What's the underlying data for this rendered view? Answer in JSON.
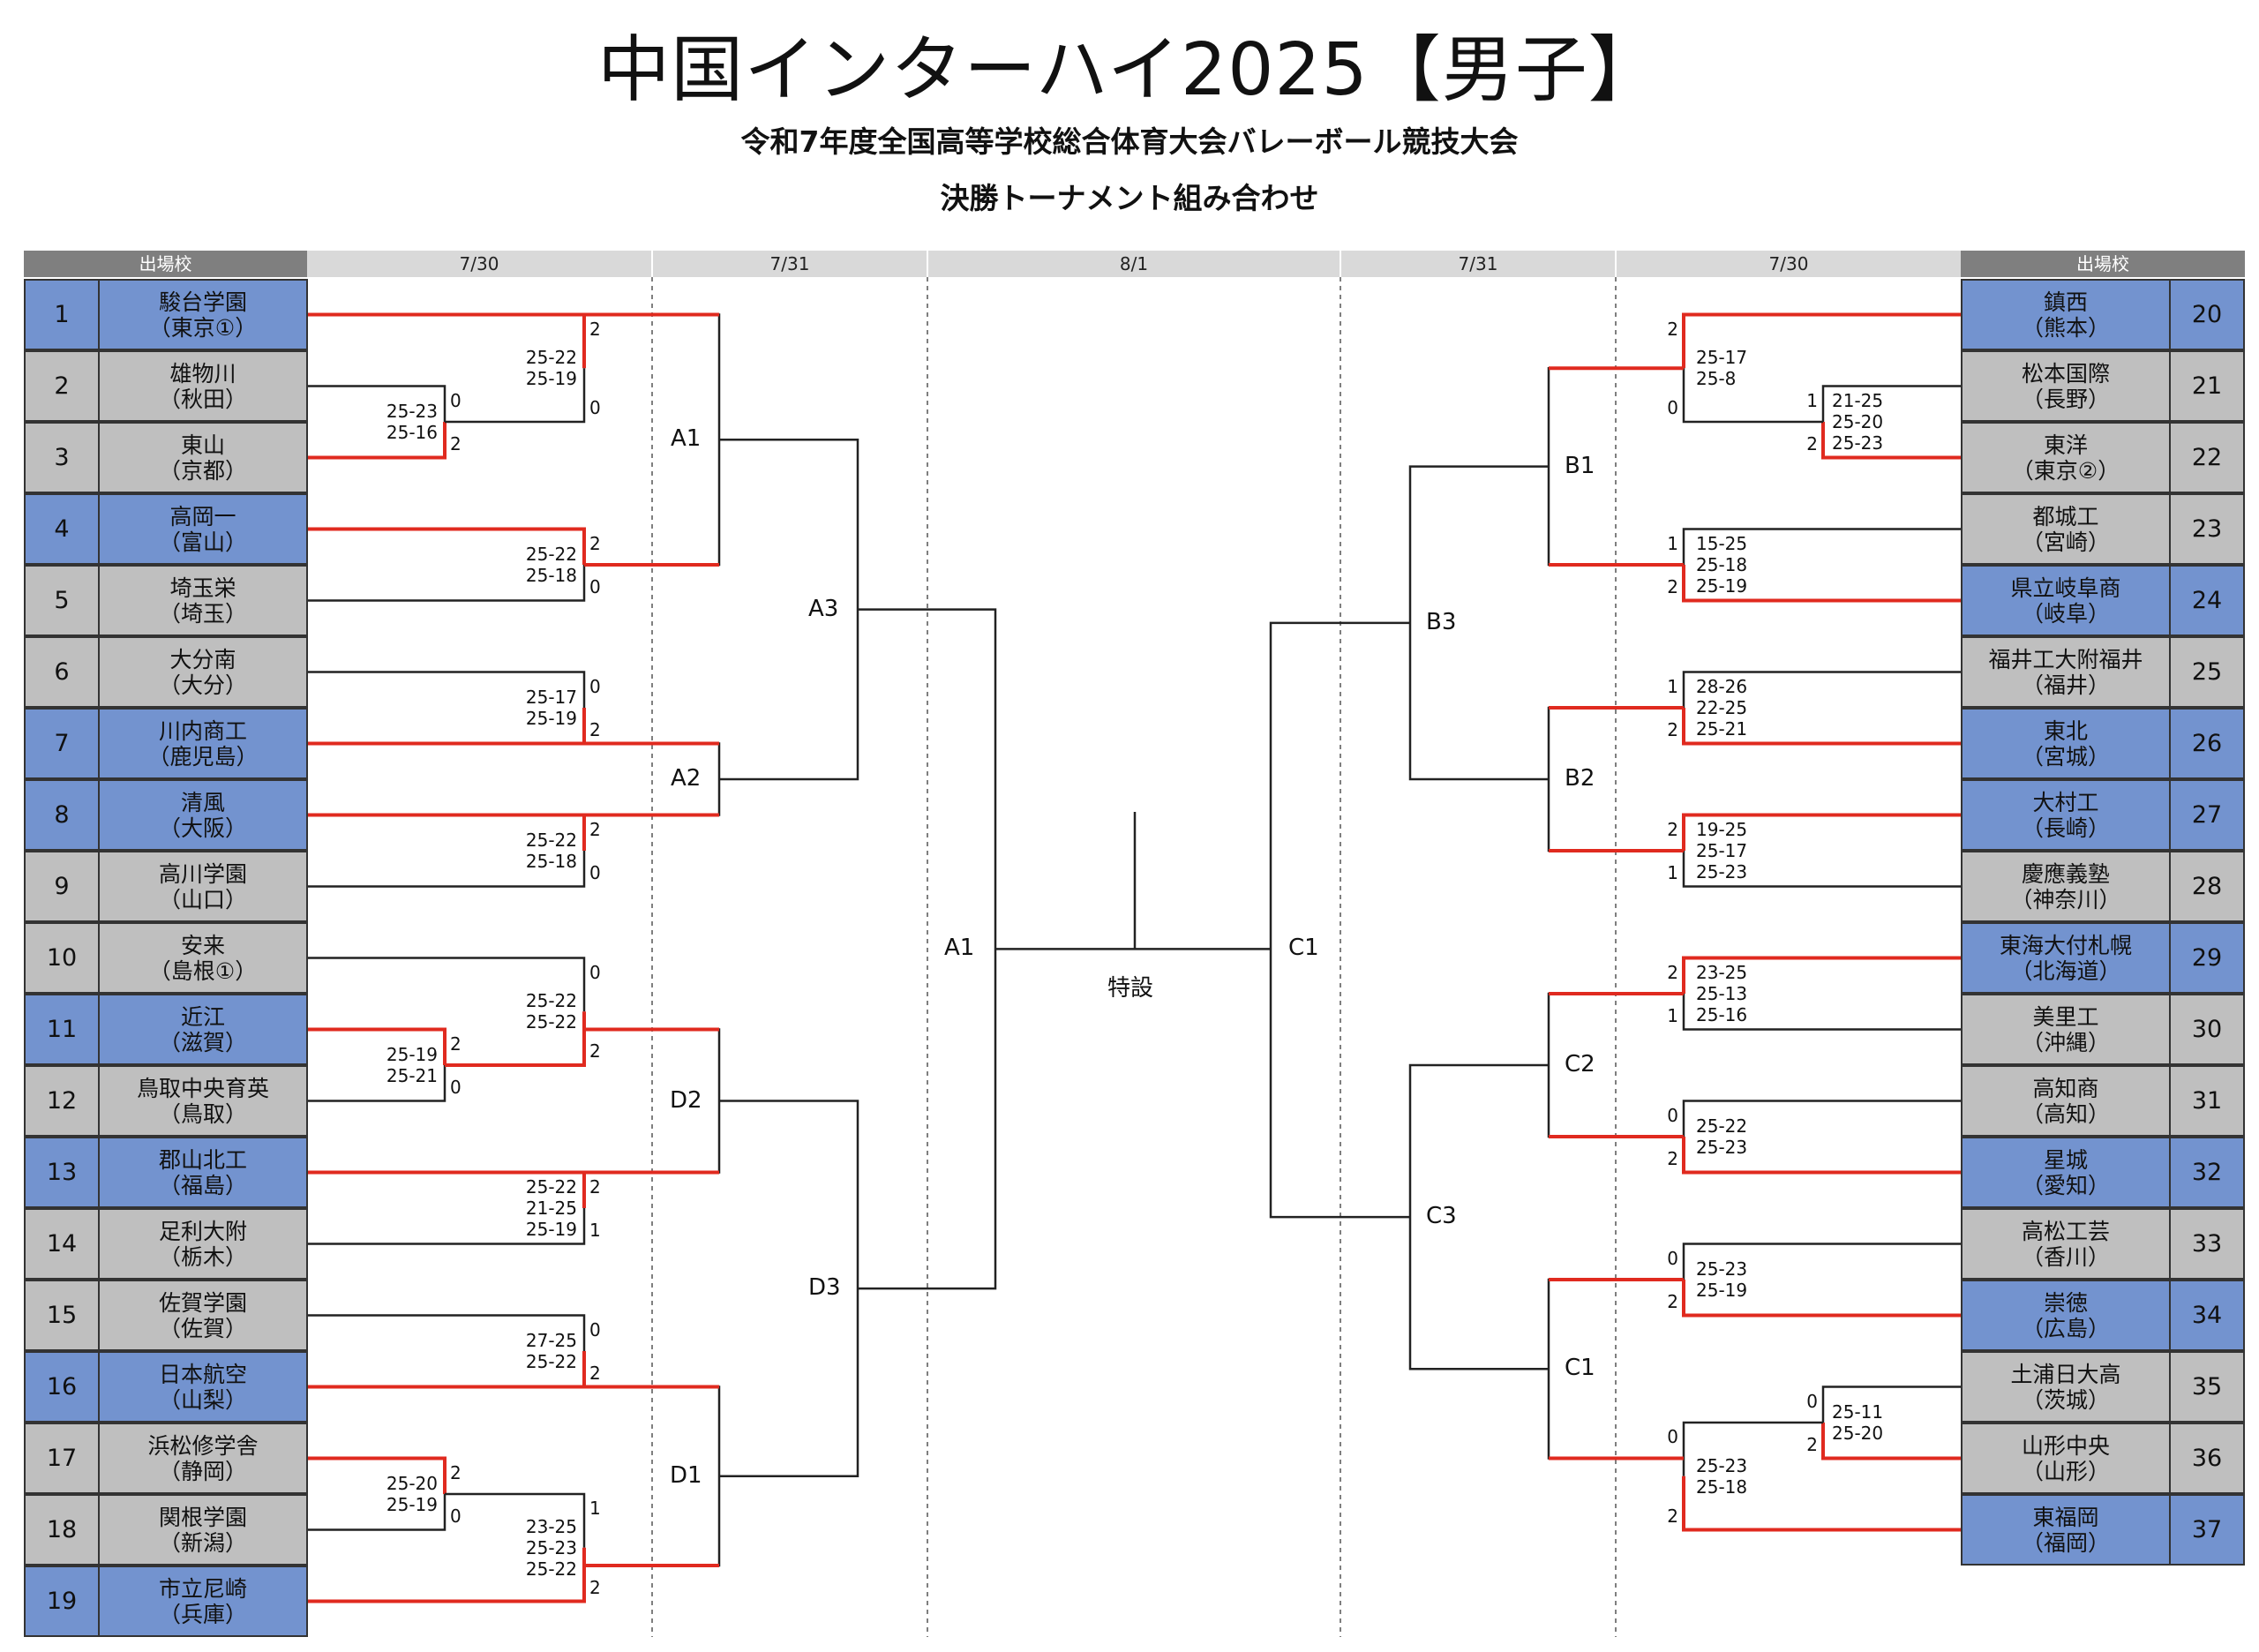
{
  "title": "中国インターハイ2025【男子】",
  "subtitle": "令和7年度全国高等学校総合体育大会バレーボール競技大会",
  "subtitle2": "決勝トーナメント組み合わせ",
  "header": {
    "left_teams": "出場校",
    "right_teams": "出場校",
    "dates": [
      "7/30",
      "7/31",
      "8/1",
      "7/31",
      "7/30"
    ]
  },
  "colors": {
    "win_line": "#e02a1f",
    "lose_line": "#222222",
    "blue_cell": "#7393cf",
    "gray_cell": "#bfbfbf"
  },
  "left_teams": [
    {
      "seed": "1",
      "name": "駿台学園",
      "pref": "（東京①）",
      "color": "blue"
    },
    {
      "seed": "2",
      "name": "雄物川",
      "pref": "（秋田）",
      "color": "gray"
    },
    {
      "seed": "3",
      "name": "東山",
      "pref": "（京都）",
      "color": "gray"
    },
    {
      "seed": "4",
      "name": "高岡一",
      "pref": "（富山）",
      "color": "blue"
    },
    {
      "seed": "5",
      "name": "埼玉栄",
      "pref": "（埼玉）",
      "color": "gray"
    },
    {
      "seed": "6",
      "name": "大分南",
      "pref": "（大分）",
      "color": "gray"
    },
    {
      "seed": "7",
      "name": "川内商工",
      "pref": "（鹿児島）",
      "color": "blue"
    },
    {
      "seed": "8",
      "name": "清風",
      "pref": "（大阪）",
      "color": "blue"
    },
    {
      "seed": "9",
      "name": "高川学園",
      "pref": "（山口）",
      "color": "gray"
    },
    {
      "seed": "10",
      "name": "安来",
      "pref": "（島根①）",
      "color": "gray"
    },
    {
      "seed": "11",
      "name": "近江",
      "pref": "（滋賀）",
      "color": "blue"
    },
    {
      "seed": "12",
      "name": "鳥取中央育英",
      "pref": "（鳥取）",
      "color": "gray"
    },
    {
      "seed": "13",
      "name": "郡山北工",
      "pref": "（福島）",
      "color": "blue"
    },
    {
      "seed": "14",
      "name": "足利大附",
      "pref": "（栃木）",
      "color": "gray"
    },
    {
      "seed": "15",
      "name": "佐賀学園",
      "pref": "（佐賀）",
      "color": "gray"
    },
    {
      "seed": "16",
      "name": "日本航空",
      "pref": "（山梨）",
      "color": "blue"
    },
    {
      "seed": "17",
      "name": "浜松修学舎",
      "pref": "（静岡）",
      "color": "gray"
    },
    {
      "seed": "18",
      "name": "関根学園",
      "pref": "（新潟）",
      "color": "gray"
    },
    {
      "seed": "19",
      "name": "市立尼崎",
      "pref": "（兵庫）",
      "color": "blue"
    }
  ],
  "right_teams": [
    {
      "seed": "20",
      "name": "鎮西",
      "pref": "（熊本）",
      "color": "blue"
    },
    {
      "seed": "21",
      "name": "松本国際",
      "pref": "（長野）",
      "color": "gray"
    },
    {
      "seed": "22",
      "name": "東洋",
      "pref": "（東京②）",
      "color": "gray"
    },
    {
      "seed": "23",
      "name": "都城工",
      "pref": "（宮崎）",
      "color": "gray"
    },
    {
      "seed": "24",
      "name": "県立岐阜商",
      "pref": "（岐阜）",
      "color": "blue"
    },
    {
      "seed": "25",
      "name": "福井工大附福井",
      "pref": "（福井）",
      "color": "gray"
    },
    {
      "seed": "26",
      "name": "東北",
      "pref": "（宮城）",
      "color": "blue"
    },
    {
      "seed": "27",
      "name": "大村工",
      "pref": "（長崎）",
      "color": "blue"
    },
    {
      "seed": "28",
      "name": "慶應義塾",
      "pref": "（神奈川）",
      "color": "gray"
    },
    {
      "seed": "29",
      "name": "東海大付札幌",
      "pref": "（北海道）",
      "color": "blue"
    },
    {
      "seed": "30",
      "name": "美里工",
      "pref": "（沖縄）",
      "color": "gray"
    },
    {
      "seed": "31",
      "name": "高知商",
      "pref": "（高知）",
      "color": "gray"
    },
    {
      "seed": "32",
      "name": "星城",
      "pref": "（愛知）",
      "color": "blue"
    },
    {
      "seed": "33",
      "name": "高松工芸",
      "pref": "（香川）",
      "color": "gray"
    },
    {
      "seed": "34",
      "name": "崇徳",
      "pref": "（広島）",
      "color": "blue"
    },
    {
      "seed": "35",
      "name": "土浦日大高",
      "pref": "（茨城）",
      "color": "gray"
    },
    {
      "seed": "36",
      "name": "山形中央",
      "pref": "（山形）",
      "color": "gray"
    },
    {
      "seed": "37",
      "name": "東福岡",
      "pref": "（福岡）",
      "color": "blue"
    }
  ],
  "match_labels": {
    "A1": "A1",
    "A2": "A2",
    "A3": "A3",
    "D1": "D1",
    "D2": "D2",
    "D3": "D3",
    "B1": "B1",
    "B2": "B2",
    "B3": "B3",
    "C1": "C1",
    "C2": "C2",
    "C3": "C3",
    "semi_left": "A1",
    "semi_right": "C1",
    "final": "特設"
  },
  "scores": {
    "l2v3": {
      "sets": "25-23\n25-16",
      "top": "0",
      "bot": "2"
    },
    "l1v": {
      "sets": "25-22\n25-19",
      "top": "2",
      "bot": "0"
    },
    "l4v5": {
      "sets": "25-22\n25-18",
      "top": "2",
      "bot": "0"
    },
    "l6v7": {
      "sets": "25-17\n25-19",
      "top": "0",
      "bot": "2"
    },
    "l8v9": {
      "sets": "25-22\n25-18",
      "top": "2",
      "bot": "0"
    },
    "l11v12": {
      "sets": "25-19\n25-21",
      "top": "2",
      "bot": "0"
    },
    "l10v": {
      "sets": "25-22\n25-22",
      "top": "0",
      "bot": "2"
    },
    "l13v14": {
      "sets": "25-22\n21-25\n25-19",
      "top": "2",
      "bot": "1"
    },
    "l15v16": {
      "sets": "27-25\n25-22",
      "top": "0",
      "bot": "2"
    },
    "l17v18": {
      "sets": "25-20\n25-19",
      "top": "2",
      "bot": "0"
    },
    "lv19": {
      "sets": "23-25\n25-23\n25-22",
      "top": "1",
      "bot": "2"
    },
    "r21v22": {
      "sets": "21-25\n25-20\n25-23",
      "top": "1",
      "bot": "2"
    },
    "r20v": {
      "sets": "25-17\n25-8",
      "top": "2",
      "bot": "0"
    },
    "r23v24": {
      "sets": "15-25\n25-18\n25-19",
      "top": "1",
      "bot": "2"
    },
    "r25v26": {
      "sets": "28-26\n22-25\n25-21",
      "top": "1",
      "bot": "2"
    },
    "r27v28": {
      "sets": "19-25\n25-17\n25-23",
      "top": "2",
      "bot": "1"
    },
    "r29v30": {
      "sets": "23-25\n25-13\n25-16",
      "top": "2",
      "bot": "1"
    },
    "r31v32": {
      "sets": "25-22\n25-23",
      "top": "0",
      "bot": "2"
    },
    "r33v34": {
      "sets": "25-23\n25-19",
      "top": "0",
      "bot": "2"
    },
    "r35v36": {
      "sets": "25-11\n25-20",
      "top": "0",
      "bot": "2"
    },
    "rv37": {
      "sets": "25-23\n25-18",
      "top": "0",
      "bot": "2"
    }
  }
}
